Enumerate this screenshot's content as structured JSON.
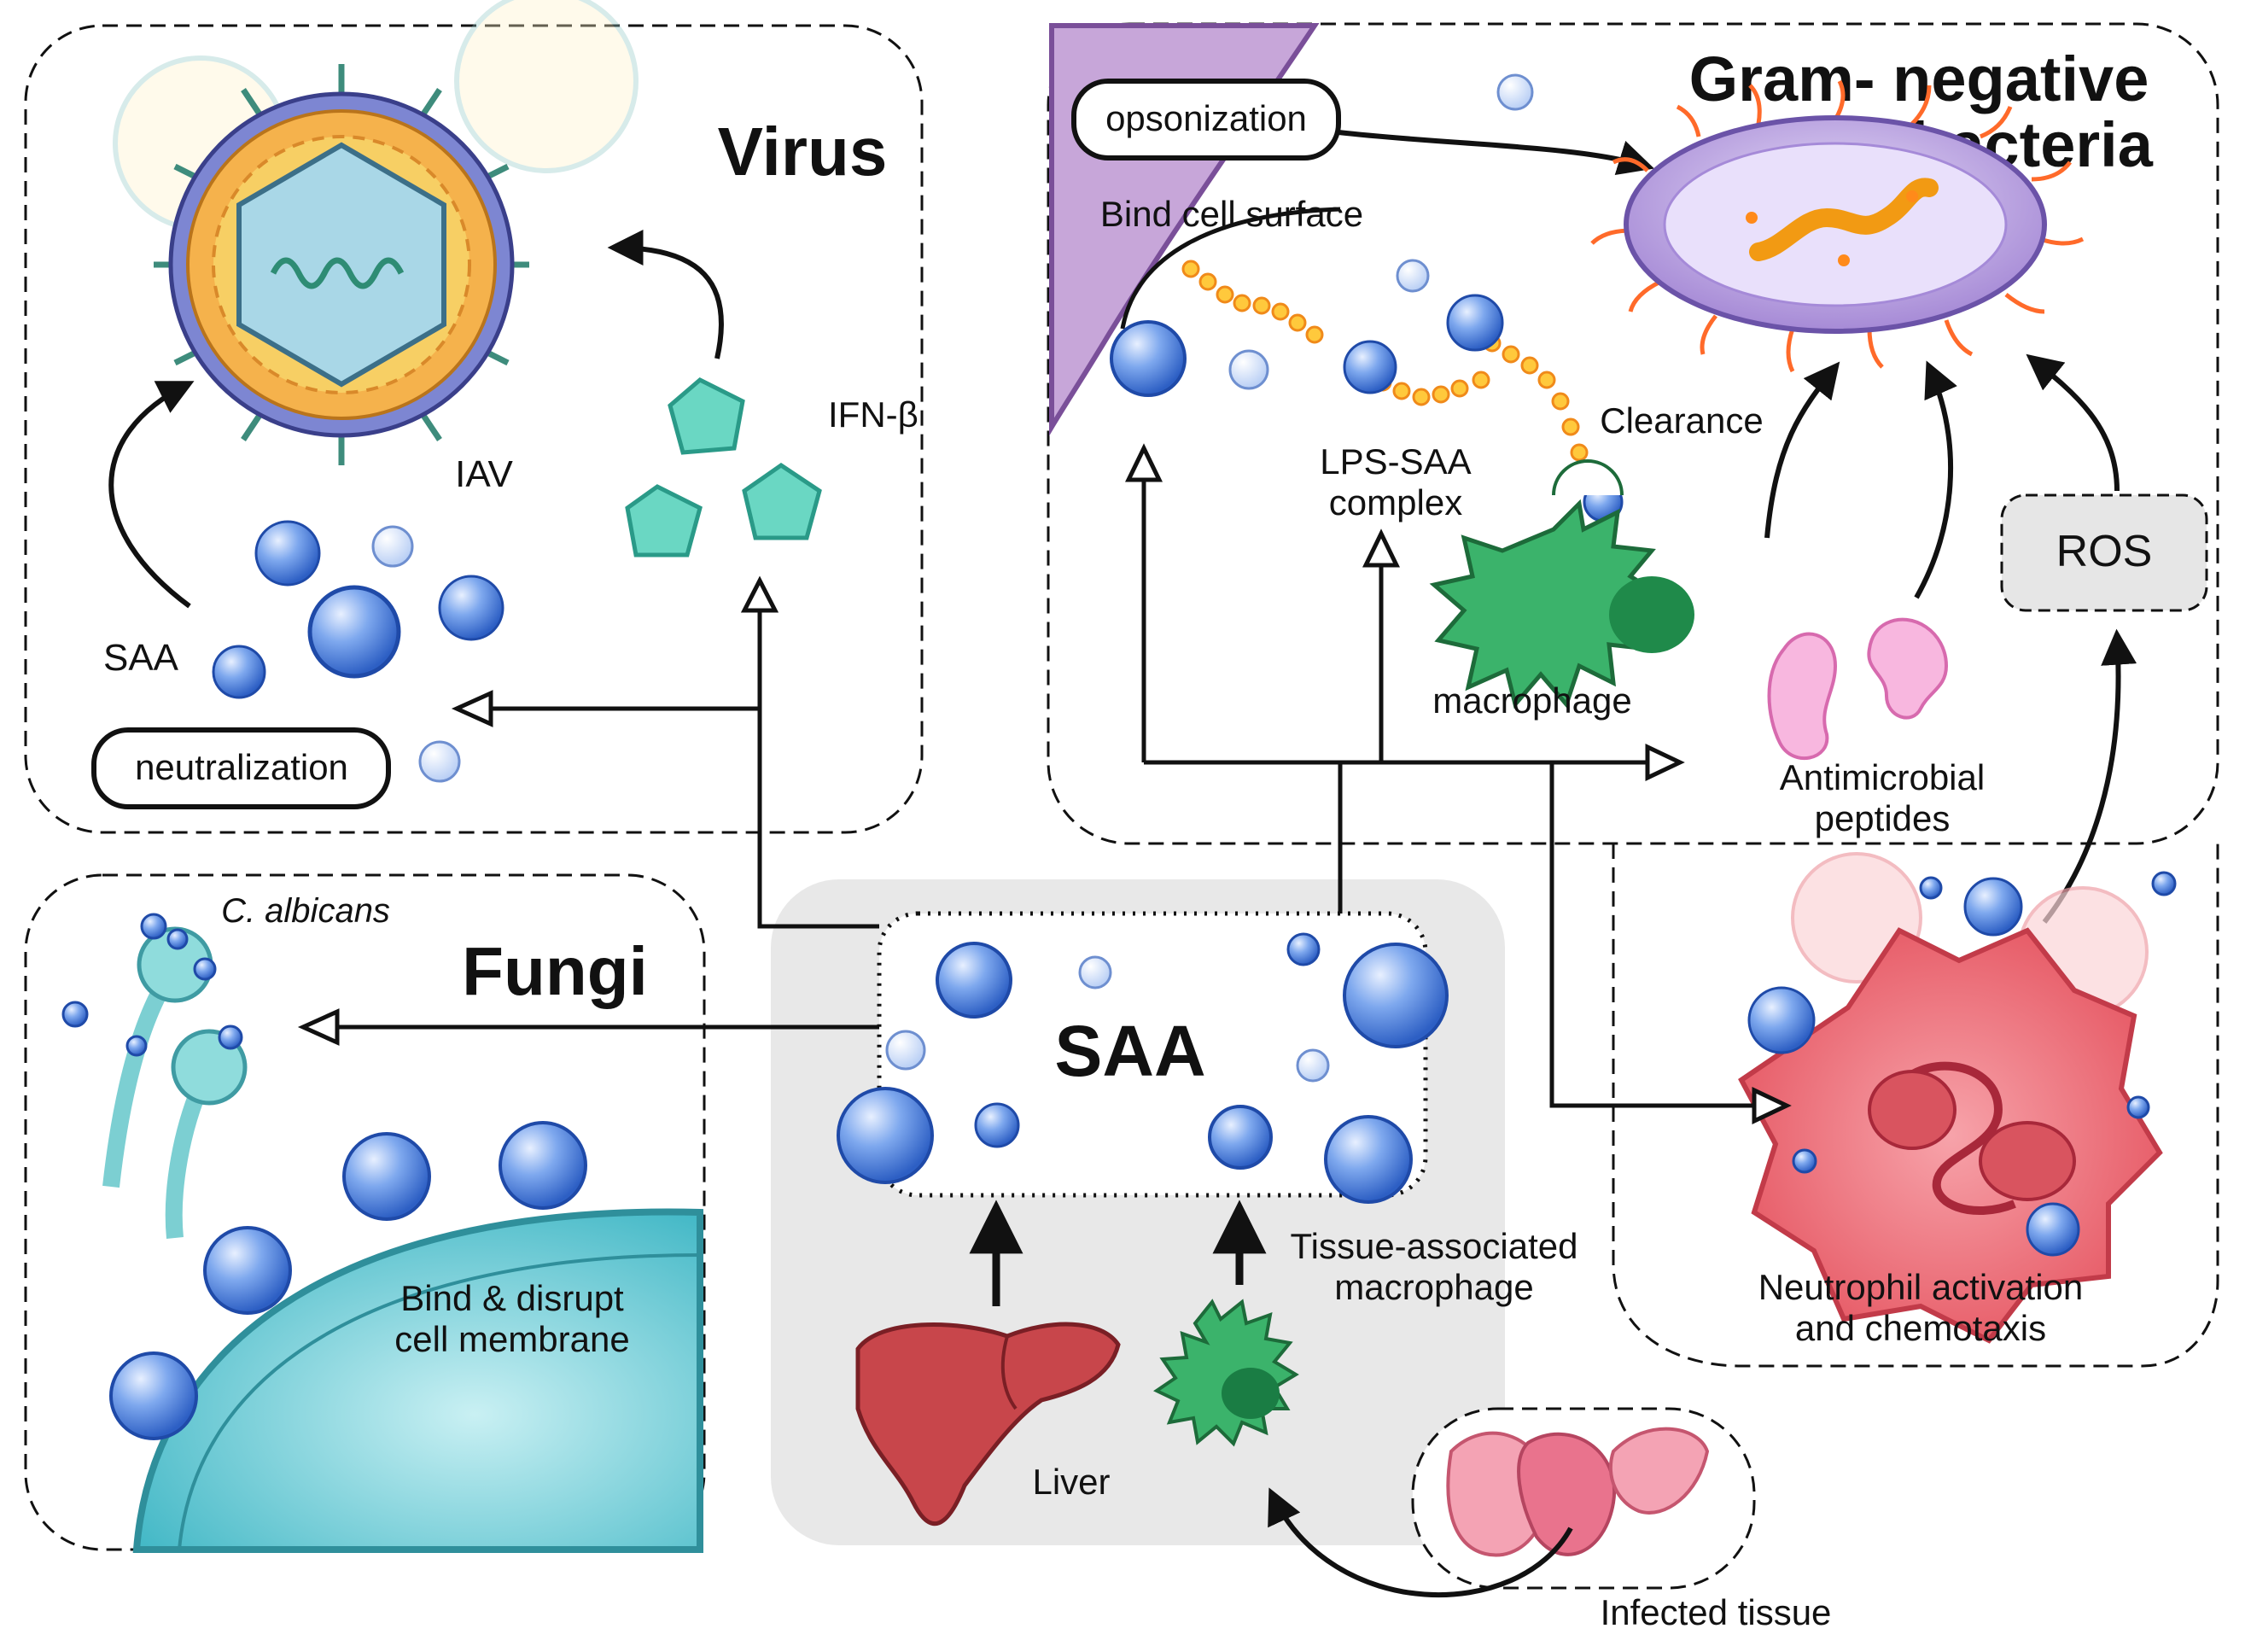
{
  "virus_panel": {
    "title": "Virus",
    "iav_label": "IAV",
    "ifn_label": "IFN-β",
    "saa_label": "SAA",
    "neutralization_label": "neutralization"
  },
  "bacteria_panel": {
    "title_line1": "Gram- negative",
    "title_line2": "bacteria",
    "opsonization_label": "opsonization",
    "bind_surface_label": "Bind cell surface",
    "lps_label_line1": "LPS-SAA",
    "lps_label_line2": "complex",
    "clearance_label": "Clearance",
    "macrophage_label": "macrophage",
    "ros_label": "ROS",
    "amp_label_line1": "Antimicrobial",
    "amp_label_line2": "peptides",
    "neutrophil_label_line1": "Neutrophil activation",
    "neutrophil_label_line2": "and chemotaxis"
  },
  "fungi_panel": {
    "title": "Fungi",
    "species_label": "C. albicans",
    "membrane_label_line1": "Bind & disrupt",
    "membrane_label_line2": "cell membrane"
  },
  "center": {
    "saa_title": "SAA",
    "liver_label": "Liver",
    "tissue_macrophage_line1": "Tissue-associated",
    "tissue_macrophage_line2": "macrophage",
    "infected_tissue_label": "Infected tissue"
  },
  "colors": {
    "saa_blue": "#5b8fe0",
    "saa_dark": "#1f4aa8",
    "bacteria_purple": "#b39ddb",
    "macrophage_green": "#2e9e5a",
    "neutrophil_red": "#ef6f7a",
    "liver_red": "#c8464b",
    "fungi_teal": "#6cc9d2",
    "ifn_teal": "#5fd6c4",
    "center_gray": "#e6e6e6"
  }
}
